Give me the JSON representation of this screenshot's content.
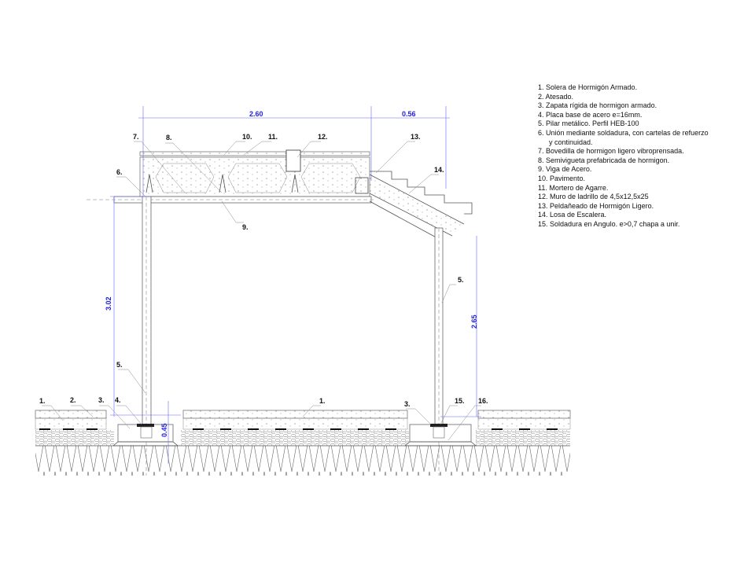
{
  "dimensions": {
    "span_main": "2.60",
    "span_stair": "0.56",
    "height_left": "3.02",
    "height_right": "2.65",
    "footing_depth": "0.45"
  },
  "callouts": {
    "c1_left": "1.",
    "c2": "2.",
    "c3_left": "3.",
    "c4": "4.",
    "c5_left": "5.",
    "c5_right": "5.",
    "c6": "6.",
    "c7": "7.",
    "c8": "8.",
    "c9": "9.",
    "c10": "10.",
    "c11": "11.",
    "c12": "12.",
    "c13": "13.",
    "c14": "14.",
    "c1_mid": "1.",
    "c3_right": "3.",
    "c15": "15.",
    "c16": "16."
  },
  "legend": [
    "1. Solera de Hormigón Armado.",
    "2. Atesado.",
    "3. Zapata rígida de hormigon armado.",
    "4. Placa base de acero e=16mm.",
    "5. Pilar metálico. Perfil HEB-100",
    "6. Unión mediante soldadura, con cartelas de refuerzo",
    "y continuidad.",
    "7. Bovedilla de hormigon ligero vibroprensada.",
    "8. Semivigueta prefabricada de hormigon.",
    "9. Viga de Acero.",
    "10. Pavimento.",
    "11. Mortero de Agarre.",
    "12. Muro de ladrillo de 4,5x12,5x25",
    "13. Peldañeado de Hormigón Ligero.",
    "14. Losa de Escalera.",
    "15. Soldadura en Angulo. e>0,7 chapa a unir."
  ],
  "colors": {
    "dimension": "#2222dd",
    "lines": "#555555"
  }
}
